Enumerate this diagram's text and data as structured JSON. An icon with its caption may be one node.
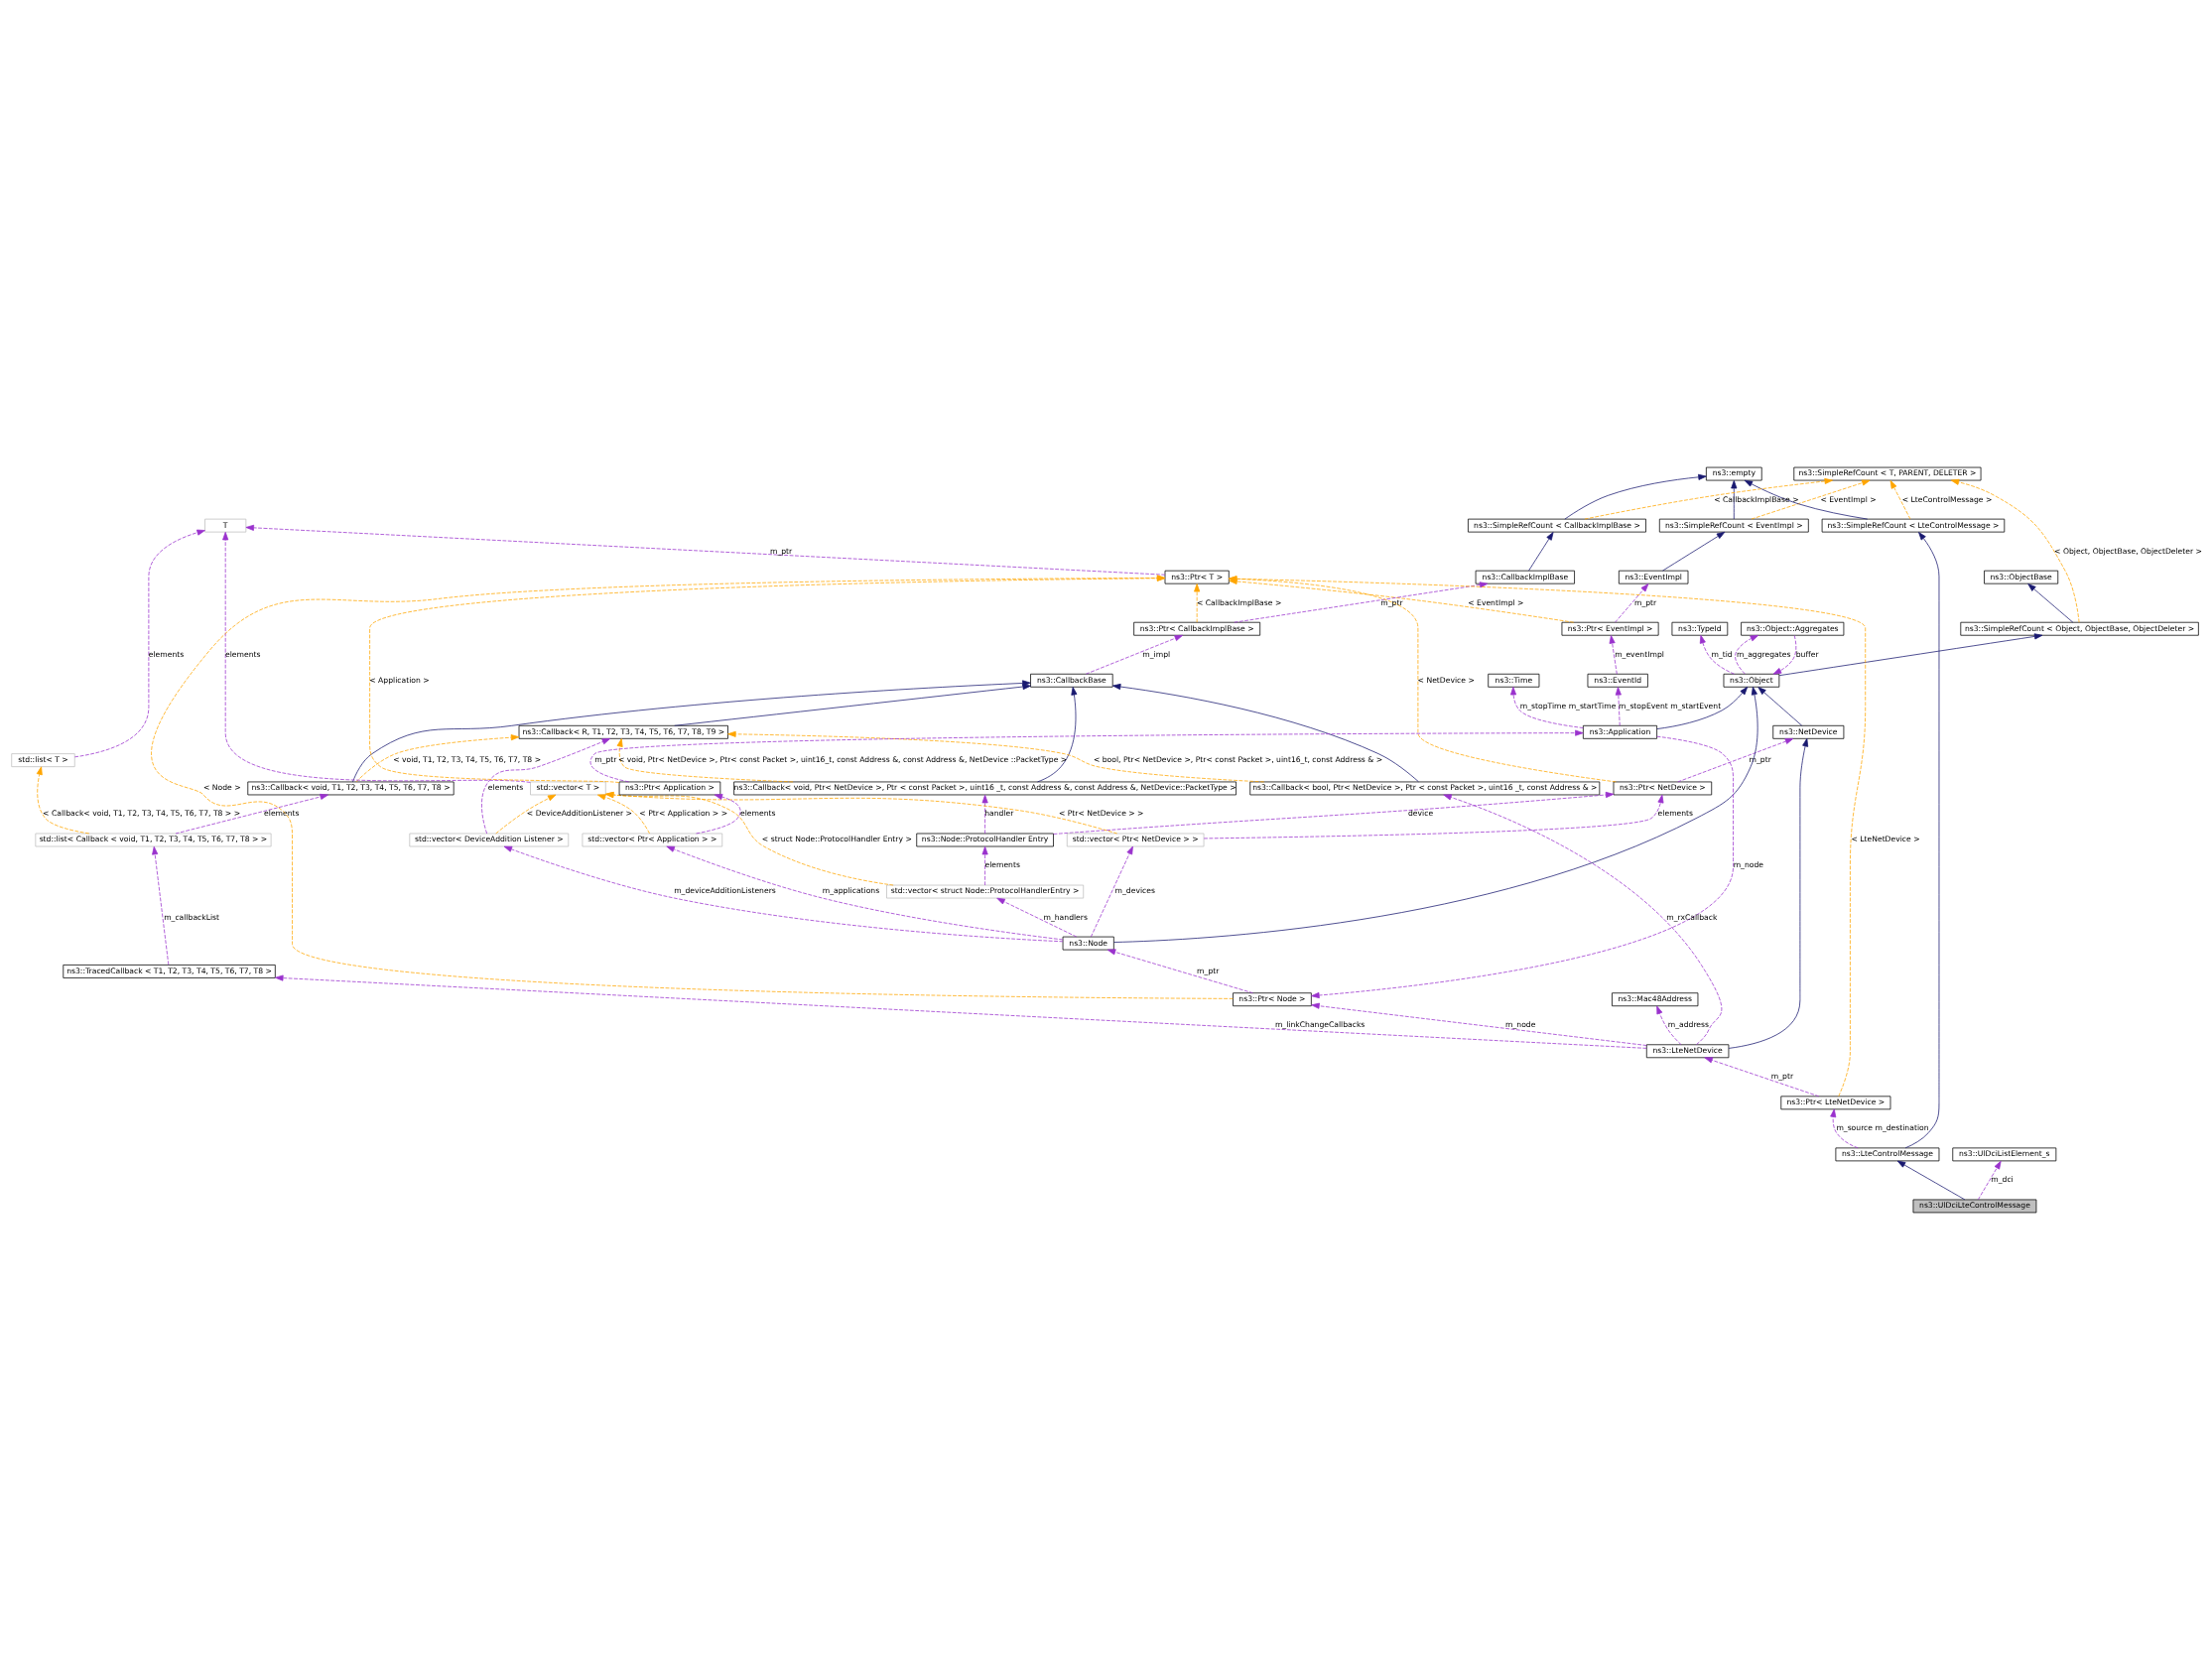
{
  "diagram": {
    "nodes": [
      {
        "text": [
          "ns3::SimpleRefCount < T, PARENT, DELETER >"
        ]
      },
      {
        "text": [
          "ns3::empty"
        ]
      },
      {
        "text": [
          "ns3::SimpleRefCount < EventImpl >"
        ]
      },
      {
        "text": [
          "T"
        ]
      },
      {
        "text": [
          "ns3::SimpleRefCount < LteControlMessage >"
        ]
      },
      {
        "text": [
          "ns3::SimpleRefCount < CallbackImplBase >"
        ]
      },
      {
        "text": [
          "ns3::EventImpl"
        ]
      },
      {
        "text": [
          "ns3::ObjectBase"
        ]
      },
      {
        "text": [
          "ns3::Ptr< T >"
        ]
      },
      {
        "text": [
          "std::list< T >"
        ]
      },
      {
        "text": [
          "ns3::CallbackImplBase"
        ]
      },
      {
        "text": [
          "ns3::Ptr< EventImpl >"
        ]
      },
      {
        "text": [
          "ns3::SimpleRefCount < Object, ObjectBase, ObjectDeleter >"
        ]
      },
      {
        "text": [
          "ns3::TypeId"
        ]
      },
      {
        "text": [
          "ns3::Ptr< CallbackImplBase >"
        ]
      },
      {
        "text": [
          "ns3::Object"
        ]
      },
      {
        "text": [
          "ns3::CallbackBase"
        ]
      },
      {
        "text": [
          "ns3::EventId"
        ]
      },
      {
        "text": [
          "ns3::NetDevice"
        ]
      },
      {
        "text": [
          "ns3::Object::Aggregates"
        ]
      },
      {
        "text": [
          "ns3::Callback< R, T1, T2, T3, T4, T5, T6, T7, T8, T9 >"
        ]
      },
      {
        "text": [
          "ns3::Ptr< NetDevice >"
        ]
      },
      {
        "text": [
          "ns3::Callback< void, Ptr< NetDevice >, Ptr < const Packet >, uint16 _t, const Address &, const Address &, NetDevice::PacketType >"
        ]
      },
      {
        "text": [
          "ns3::Callback< void, T1, T2, T3, T4, T5, T6, T7, T8 >"
        ]
      },
      {
        "text": [
          "ns3::Callback< bool, Ptr< NetDevice >, Ptr < const Packet >, uint16 _t, const Address & >"
        ]
      },
      {
        "text": [
          "std::vector< T >"
        ]
      },
      {
        "text": [
          "ns3::Node::ProtocolHandler Entry"
        ]
      },
      {
        "text": [
          "std::list< Callback < void, T1, T2, T3, T4, T5, T6, T7, T8 > >"
        ]
      },
      {
        "text": [
          "std::vector< Ptr< NetDevice > >"
        ]
      },
      {
        "text": [
          "std::vector< struct Node::ProtocolHandlerEntry >"
        ]
      },
      {
        "text": [
          "std::vector< DeviceAddition Listener >"
        ]
      },
      {
        "text": [
          "ns3::TracedCallback < T1, T2, T3, T4, T5, T6, T7, T8 >"
        ]
      },
      {
        "text": [
          "ns3::Node"
        ]
      },
      {
        "text": [
          "ns3::Time"
        ]
      },
      {
        "text": [
          "ns3::Ptr< Node >"
        ]
      },
      {
        "text": [
          "ns3::Mac48Address"
        ]
      },
      {
        "text": [
          "ns3::Application"
        ]
      },
      {
        "text": [
          "ns3::LteNetDevice"
        ]
      },
      {
        "text": [
          "ns3::Ptr< Application >"
        ]
      },
      {
        "text": [
          "ns3::Ptr< LteNetDevice >"
        ]
      },
      {
        "text": [
          "std::vector< Ptr< Application > >"
        ]
      },
      {
        "text": [
          "ns3::UlDciListElement_s"
        ]
      },
      {
        "text": [
          "ns3::LteControlMessage"
        ]
      },
      {
        "text": [
          "ns3::UlDciLteControlMessage"
        ]
      }
    ],
    "edges": [
      {
        "from": 2,
        "to": 1,
        "arrow": "to",
        "color": "#191970"
      },
      {
        "from": 2,
        "to": 0,
        "arrow": "to",
        "label": "< EventImpl >",
        "style": "dashed",
        "color": "#ffa500"
      },
      {
        "from": 4,
        "to": 1,
        "arrow": "to",
        "color": "#191970"
      },
      {
        "from": 4,
        "to": 0,
        "arrow": "to",
        "label": "< LteControlMessage >",
        "style": "dashed",
        "color": "#ffa500"
      },
      {
        "from": 5,
        "to": 1,
        "arrow": "to",
        "color": "#191970"
      },
      {
        "from": 5,
        "to": 0,
        "arrow": "to",
        "label": "< CallbackImplBase >",
        "style": "dashed",
        "color": "#ffa500"
      },
      {
        "from": 6,
        "to": 2,
        "arrow": "to",
        "color": "#191970"
      },
      {
        "from": 11,
        "to": 6,
        "arrow": "to",
        "label": "m_ptr",
        "style": "dashed"
      },
      {
        "from": 11,
        "to": 8,
        "arrow": "to",
        "label": "< EventImpl >",
        "style": "dashed",
        "color": "#ffa500"
      },
      {
        "from": 12,
        "to": 7,
        "arrow": "to",
        "color": "#191970"
      },
      {
        "from": 12,
        "to": 0,
        "arrow": "to",
        "label": "< Object, ObjectBase, ObjectDeleter >",
        "style": "dashed",
        "color": "#ffa500"
      },
      {
        "from": 8,
        "to": 3,
        "arrow": "to",
        "label": "m_ptr",
        "style": "dashed"
      },
      {
        "from": 9,
        "to": 3,
        "arrow": "to",
        "label": "elements",
        "style": "dashed"
      },
      {
        "from": 10,
        "to": 5,
        "arrow": "to",
        "color": "#191970"
      },
      {
        "from": 14,
        "to": 10,
        "arrow": "to",
        "label": "m_ptr",
        "style": "dashed"
      },
      {
        "from": 14,
        "to": 8,
        "arrow": "to",
        "label": "< CallbackImplBase >",
        "style": "dashed",
        "color": "#ffa500"
      },
      {
        "from": 15,
        "to": 12,
        "arrow": "to",
        "color": "#191970"
      },
      {
        "from": 15,
        "to": 13,
        "arrow": "to",
        "label": "m_tid",
        "style": "dashed"
      },
      {
        "from": 19,
        "to": 15,
        "arrow": "to",
        "label": "buffer",
        "style": "dashed"
      },
      {
        "from": 15,
        "to": 19,
        "arrow": "to",
        "label": "m_aggregates",
        "style": "dashed"
      },
      {
        "from": 18,
        "to": 15,
        "arrow": "to",
        "color": "#191970"
      },
      {
        "from": 16,
        "to": 14,
        "arrow": "to",
        "label": "m_impl",
        "style": "dashed"
      },
      {
        "from": 17,
        "to": 11,
        "arrow": "to",
        "label": "m_eventImpl",
        "style": "dashed"
      },
      {
        "from": 20,
        "to": 16,
        "arrow": "to",
        "color": "#191970"
      },
      {
        "from": 22,
        "to": 16,
        "arrow": "to",
        "color": "#191970"
      },
      {
        "from": 23,
        "to": 16,
        "arrow": "to",
        "color": "#191970"
      },
      {
        "from": 24,
        "to": 16,
        "arrow": "to",
        "color": "#191970"
      },
      {
        "from": 22,
        "to": 20,
        "arrow": "to",
        "label": "< void, Ptr< NetDevice >, Ptr< const Packet >, uint16_t, const Address &, const Address &, NetDevice ::PacketType >",
        "style": "dashed",
        "color": "#ffa500"
      },
      {
        "from": 23,
        "to": 20,
        "arrow": "to",
        "label": "< void, T1, T2, T3, T4, T5, T6, T7, T8 >",
        "style": "dashed",
        "color": "#ffa500"
      },
      {
        "from": 24,
        "to": 20,
        "arrow": "to",
        "label": "< bool, Ptr< NetDevice >, Ptr< const Packet >, uint16_t, const Address & >",
        "style": "dashed",
        "color": "#ffa500"
      },
      {
        "from": 21,
        "to": 18,
        "arrow": "to",
        "label": "m_ptr",
        "style": "dashed"
      },
      {
        "from": 21,
        "to": 8,
        "arrow": "to",
        "label": "< NetDevice >",
        "style": "dashed",
        "color": "#ffa500"
      },
      {
        "from": 25,
        "to": 3,
        "arrow": "to",
        "label": "elements",
        "style": "dashed"
      },
      {
        "from": 26,
        "to": 21,
        "arrow": "to",
        "label": "device",
        "style": "dashed"
      },
      {
        "from": 26,
        "to": 22,
        "arrow": "to",
        "label": "handler",
        "style": "dashed"
      },
      {
        "from": 27,
        "to": 23,
        "arrow": "to",
        "label": "elements",
        "style": "dashed"
      },
      {
        "from": 27,
        "to": 9,
        "arrow": "to",
        "label": "< Callback< void, T1, T2, T3, T4, T5, T6, T7, T8 > >",
        "style": "dashed",
        "color": "#ffa500"
      },
      {
        "from": 28,
        "to": 21,
        "arrow": "to",
        "label": "elements",
        "style": "dashed"
      },
      {
        "from": 28,
        "to": 25,
        "arrow": "to",
        "label": "< Ptr< NetDevice > >",
        "style": "dashed",
        "color": "#ffa500"
      },
      {
        "from": 29,
        "to": 26,
        "arrow": "to",
        "label": "elements",
        "style": "dashed"
      },
      {
        "from": 29,
        "to": 25,
        "arrow": "to",
        "label": "< struct Node::ProtocolHandler Entry >",
        "style": "dashed",
        "color": "#ffa500"
      },
      {
        "from": 30,
        "to": 20,
        "arrow": "to",
        "label": "elements",
        "style": "dashed"
      },
      {
        "from": 30,
        "to": 25,
        "arrow": "to",
        "label": "< DeviceAdditionListener >",
        "style": "dashed",
        "color": "#ffa500"
      },
      {
        "from": 31,
        "to": 27,
        "arrow": "to",
        "label": "m_callbackList",
        "style": "dashed"
      },
      {
        "from": 32,
        "to": 15,
        "arrow": "to",
        "color": "#191970"
      },
      {
        "from": 32,
        "to": 28,
        "arrow": "to",
        "label": "m_devices",
        "style": "dashed"
      },
      {
        "from": 32,
        "to": 29,
        "arrow": "to",
        "label": "m_handlers",
        "style": "dashed"
      },
      {
        "from": 32,
        "to": 30,
        "arrow": "to",
        "label": "m_deviceAdditionListeners",
        "style": "dashed"
      },
      {
        "from": 32,
        "to": 40,
        "arrow": "to",
        "label": "m_applications",
        "style": "dashed"
      },
      {
        "from": 34,
        "to": 32,
        "arrow": "to",
        "label": "m_ptr",
        "style": "dashed"
      },
      {
        "from": 34,
        "to": 8,
        "arrow": "to",
        "label": "< Node >",
        "style": "dashed",
        "color": "#ffa500"
      },
      {
        "from": 36,
        "to": 15,
        "arrow": "to",
        "color": "#191970"
      },
      {
        "from": 36,
        "to": 33,
        "arrow": "to",
        "label": "m_stopTime m_startTime",
        "style": "dashed"
      },
      {
        "from": 36,
        "to": 17,
        "arrow": "to",
        "label": "m_stopEvent m_startEvent",
        "style": "dashed"
      },
      {
        "from": 36,
        "to": 34,
        "arrow": "to",
        "label": "m_node",
        "style": "dashed"
      },
      {
        "from": 37,
        "to": 18,
        "arrow": "to",
        "color": "#191970"
      },
      {
        "from": 37,
        "to": 34,
        "arrow": "to",
        "label": "m_node",
        "style": "dashed"
      },
      {
        "from": 37,
        "to": 31,
        "arrow": "to",
        "label": "m_linkChangeCallbacks",
        "style": "dashed"
      },
      {
        "from": 37,
        "to": 35,
        "arrow": "to",
        "label": "m_address",
        "style": "dashed"
      },
      {
        "from": 37,
        "to": 24,
        "arrow": "to",
        "label": "m_rxCallback",
        "style": "dashed"
      },
      {
        "from": 38,
        "to": 36,
        "arrow": "to",
        "label": "m_ptr",
        "style": "dashed"
      },
      {
        "from": 38,
        "to": 8,
        "arrow": "to",
        "label": "< Application >",
        "style": "dashed",
        "color": "#ffa500"
      },
      {
        "from": 39,
        "to": 37,
        "arrow": "to",
        "label": "m_ptr",
        "style": "dashed"
      },
      {
        "from": 39,
        "to": 8,
        "arrow": "to",
        "label": "< LteNetDevice >",
        "style": "dashed",
        "color": "#ffa500"
      },
      {
        "from": 40,
        "to": 38,
        "arrow": "to",
        "label": "elements",
        "style": "dashed"
      },
      {
        "from": 40,
        "to": 25,
        "arrow": "to",
        "label": "< Ptr< Application > >",
        "style": "dashed",
        "color": "#ffa500"
      },
      {
        "from": 42,
        "to": 4,
        "arrow": "to",
        "color": "#191970"
      },
      {
        "from": 42,
        "to": 39,
        "arrow": "to",
        "label": "m_source m_destination",
        "style": "dashed"
      },
      {
        "from": 43,
        "to": 41,
        "arrow": "to",
        "label": "m_dci",
        "style": "dashed"
      },
      {
        "from": 43,
        "to": 42,
        "arrow": "to",
        "color": "#191970"
      }
    ]
  }
}
